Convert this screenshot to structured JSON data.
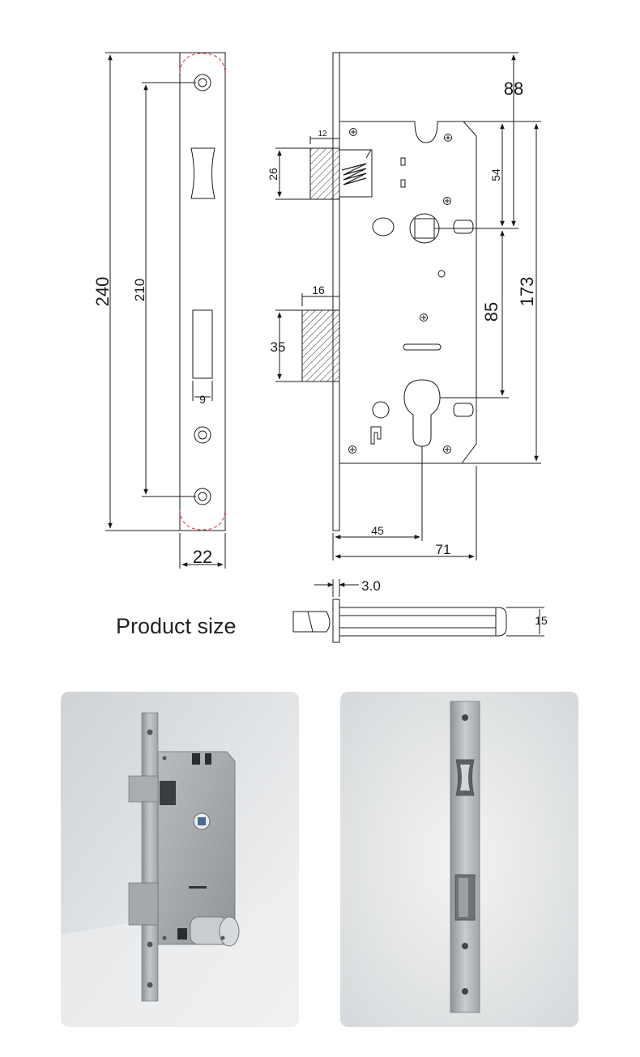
{
  "caption": "Product size",
  "dimensions": {
    "faceplate_length": "240",
    "hole_spacing": "210",
    "faceplate_width": "22",
    "slot_width": "9",
    "latch_projection": "12",
    "latch_height": "26",
    "bolt_projection": "16",
    "bolt_height": "35",
    "top_offset": "88",
    "spindle_offset": "54",
    "case_height": "173",
    "center_distance": "85",
    "backset": "45",
    "case_depth": "71",
    "plate_thickness": "3.0",
    "side_thickness": "15"
  },
  "photos": [
    {
      "subject": "lock-body-installed"
    },
    {
      "subject": "faceplate-front"
    }
  ]
}
